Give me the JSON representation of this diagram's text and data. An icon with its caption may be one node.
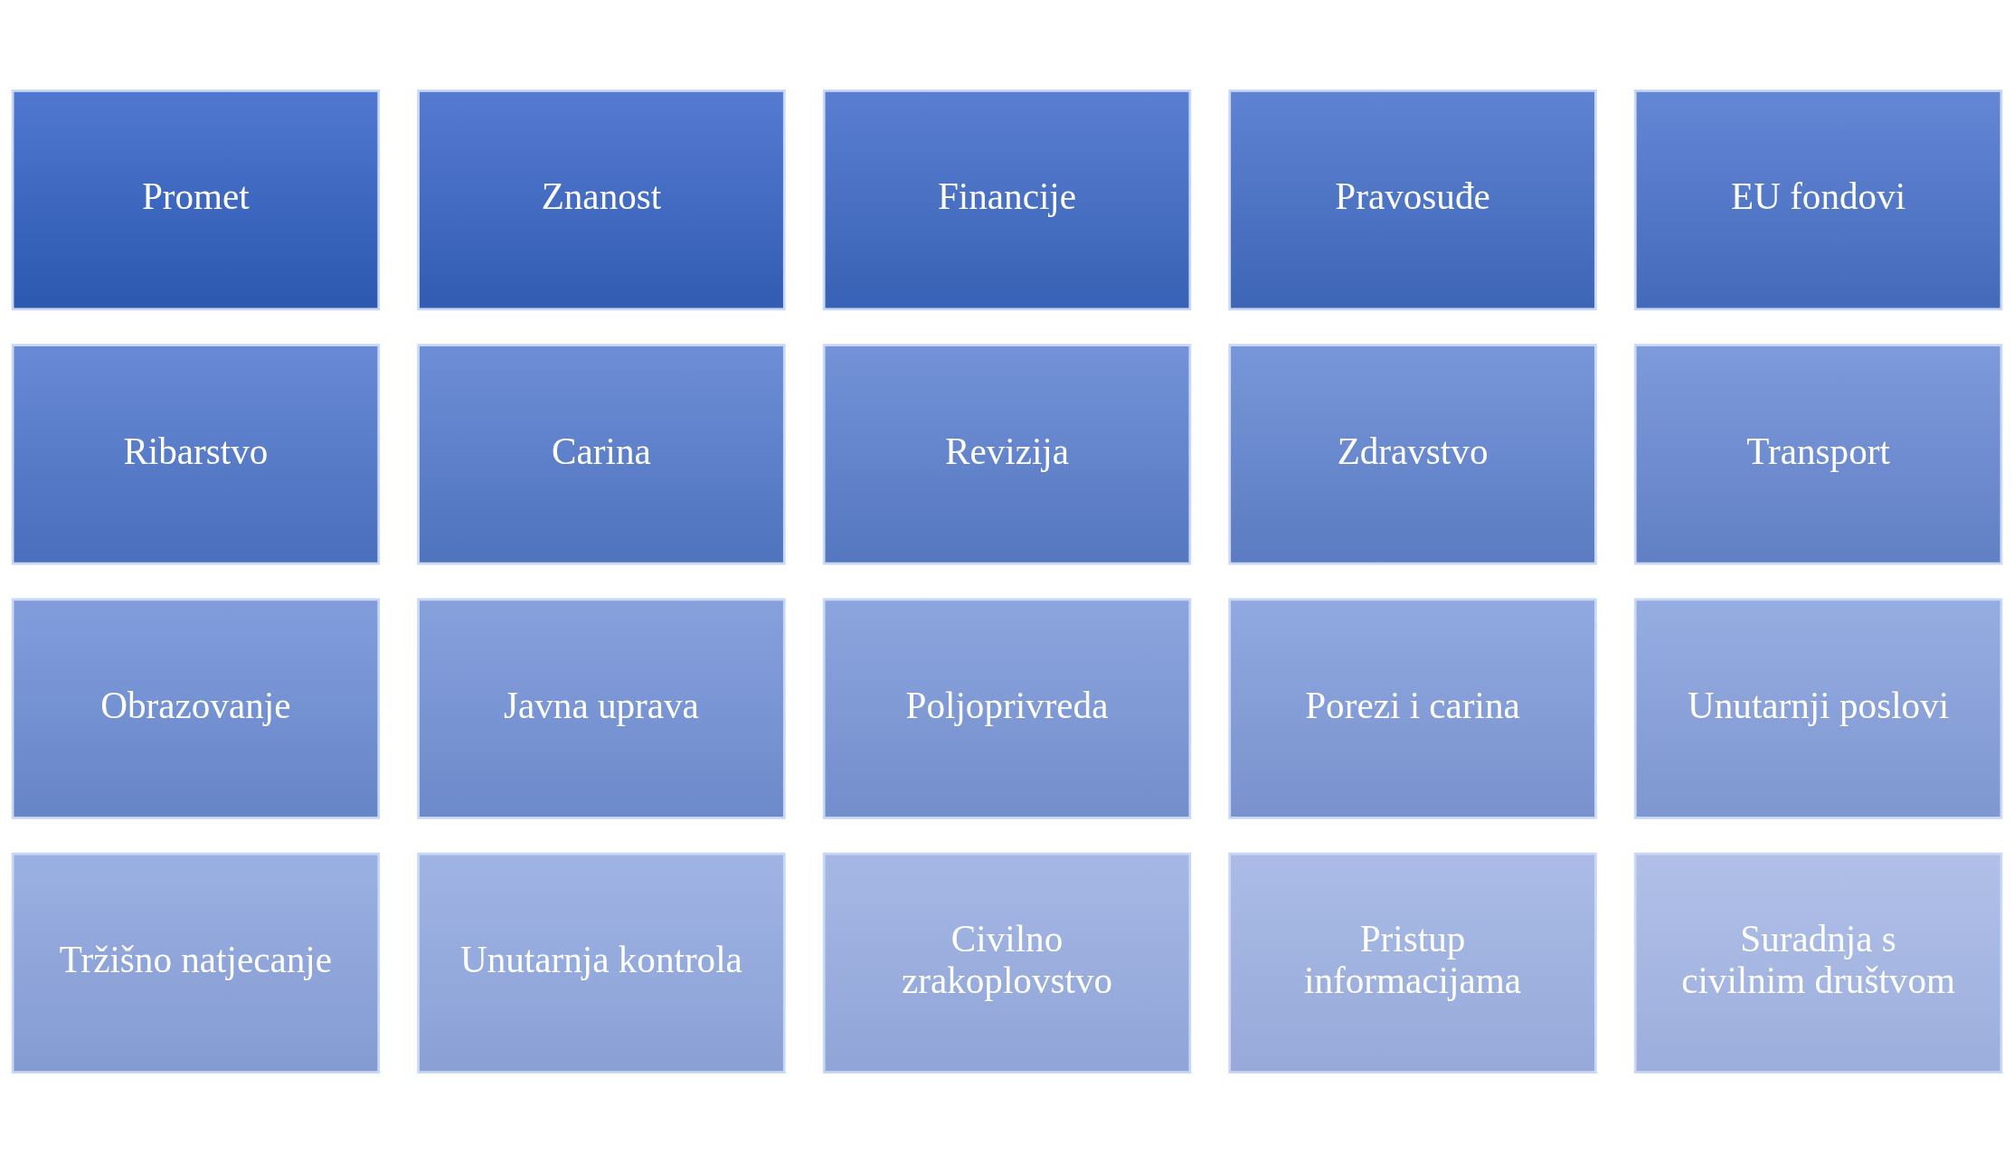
{
  "diagram": {
    "nodes": [
      {
        "text": [
          "Promet"
        ]
      },
      {
        "text": [
          "Znanost"
        ]
      },
      {
        "text": [
          "Financije"
        ]
      },
      {
        "text": [
          "Pravosuđe"
        ]
      },
      {
        "text": [
          "EU fondovi"
        ]
      },
      {
        "text": [
          "Ribarstvo"
        ]
      },
      {
        "text": [
          "Carina"
        ]
      },
      {
        "text": [
          "Revizija"
        ]
      },
      {
        "text": [
          "Zdravstvo"
        ]
      },
      {
        "text": [
          "Transport"
        ]
      },
      {
        "text": [
          "Obrazovanje"
        ]
      },
      {
        "text": [
          "Javna uprava"
        ]
      },
      {
        "text": [
          "Poljoprivreda"
        ]
      },
      {
        "text": [
          "Porezi i carina"
        ]
      },
      {
        "text": [
          "Unutarnji poslovi"
        ]
      },
      {
        "text": [
          "Tržišno natjecanje"
        ]
      },
      {
        "text": [
          "Unutarnja kontrola"
        ]
      },
      {
        "text": [
          "Civilno zrakoplovstvo"
        ]
      },
      {
        "text": [
          "Pristup informacijama"
        ]
      },
      {
        "text": [
          "Suradnja s civilnim društvom"
        ]
      }
    ]
  }
}
